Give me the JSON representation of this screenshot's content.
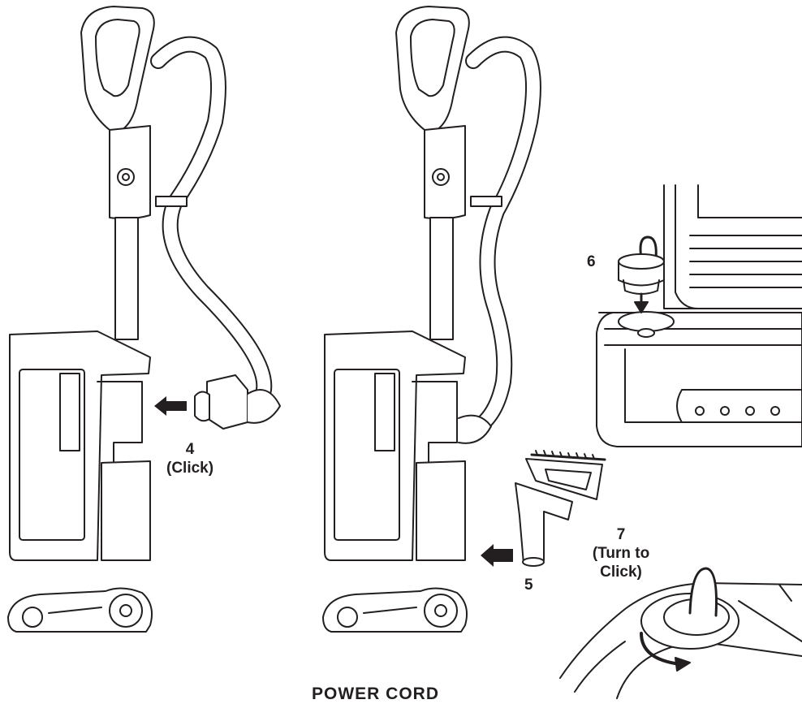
{
  "steps": [
    {
      "number": "4",
      "note": "(Click)"
    },
    {
      "number": "5"
    },
    {
      "number": "6"
    },
    {
      "number": "7",
      "note_line1": "(Turn to",
      "note_line2": "Click)"
    }
  ],
  "footer": {
    "title": "POWER CORD"
  },
  "colors": {
    "line": "#231f20",
    "fill": "#ffffff",
    "shade": "#9a9a9a"
  }
}
